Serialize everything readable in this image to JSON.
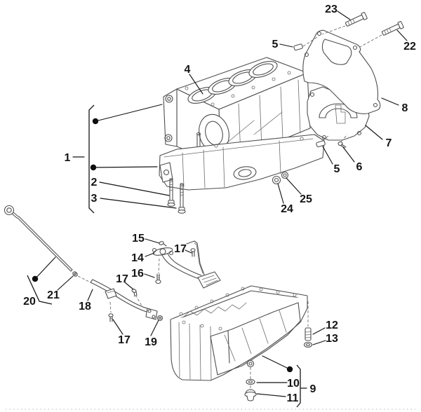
{
  "diagram": {
    "type": "exploded-parts-diagram",
    "colors": {
      "background": "#ffffff",
      "part_line": "#4f4f4f",
      "annotation": "#141414"
    },
    "callouts": [
      {
        "label": "1"
      },
      {
        "label": "2"
      },
      {
        "label": "3"
      },
      {
        "label": "4"
      },
      {
        "label": "5"
      },
      {
        "label": "23"
      },
      {
        "label": "22"
      },
      {
        "label": "8"
      },
      {
        "label": "7"
      },
      {
        "label": "6"
      },
      {
        "label": "5"
      },
      {
        "label": "25"
      },
      {
        "label": "24"
      },
      {
        "label": "12"
      },
      {
        "label": "13"
      },
      {
        "label": "9"
      },
      {
        "label": "10"
      },
      {
        "label": "11"
      },
      {
        "label": "20"
      },
      {
        "label": "21"
      },
      {
        "label": "15"
      },
      {
        "label": "14"
      },
      {
        "label": "17"
      },
      {
        "label": "16"
      },
      {
        "label": "17"
      },
      {
        "label": "18"
      },
      {
        "label": "17"
      },
      {
        "label": "19"
      }
    ]
  }
}
